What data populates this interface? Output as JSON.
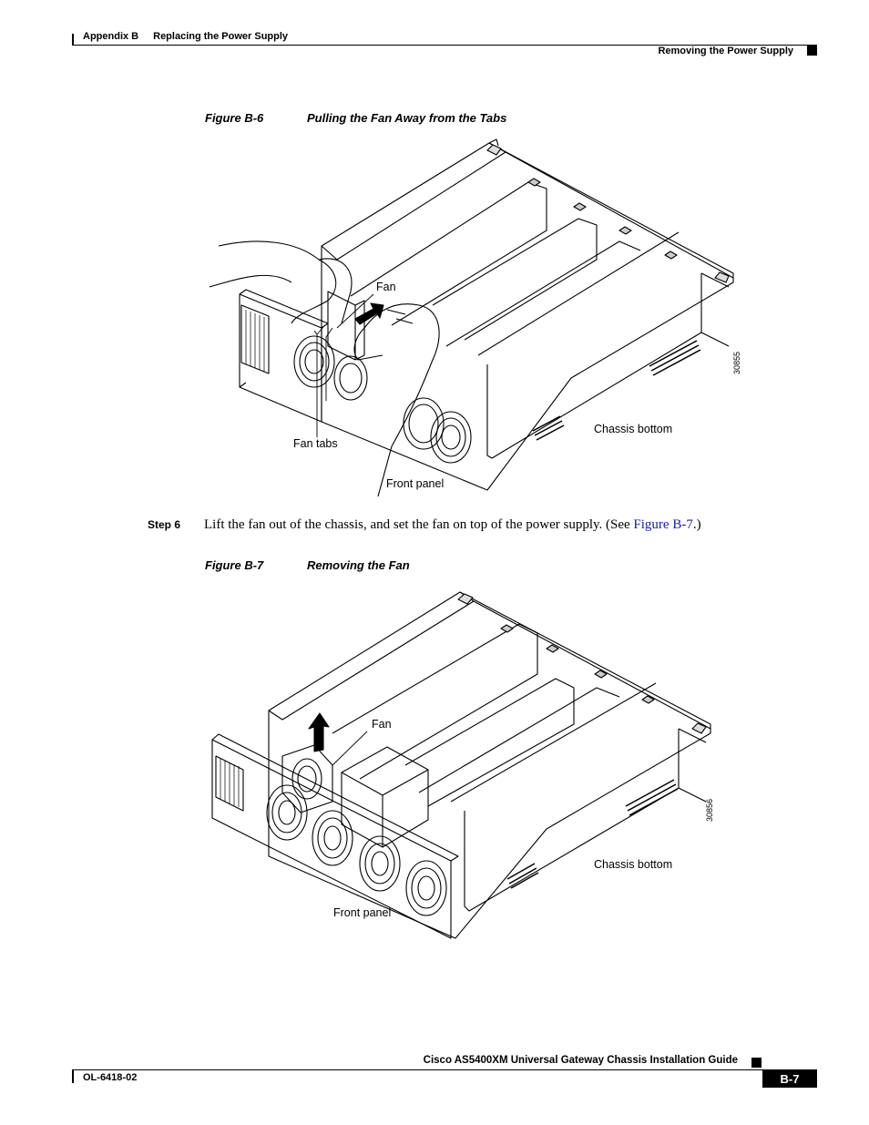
{
  "header": {
    "appendix": "Appendix B",
    "chapter": "Replacing the Power Supply",
    "section": "Removing the Power Supply"
  },
  "figures": [
    {
      "number": "Figure B-6",
      "title": "Pulling the Fan Away from the Tabs",
      "labels": {
        "fan": "Fan",
        "fan_tabs": "Fan tabs",
        "front_panel": "Front panel",
        "chassis_bottom": "Chassis bottom"
      },
      "id": "30855"
    },
    {
      "number": "Figure B-7",
      "title": "Removing the Fan",
      "labels": {
        "fan": "Fan",
        "front_panel": "Front panel",
        "chassis_bottom": "Chassis bottom"
      },
      "id": "30856"
    }
  ],
  "step": {
    "label": "Step 6",
    "text_before": "Lift the fan out of the chassis, and set the fan on top of the power supply. (See ",
    "link": "Figure B-7",
    "text_after": ".)"
  },
  "footer": {
    "title": "Cisco AS5400XM Universal Gateway Chassis Installation Guide",
    "doc_number": "OL-6418-02",
    "page": "B-7"
  },
  "colors": {
    "link": "#1a1aaa",
    "text": "#000000"
  }
}
